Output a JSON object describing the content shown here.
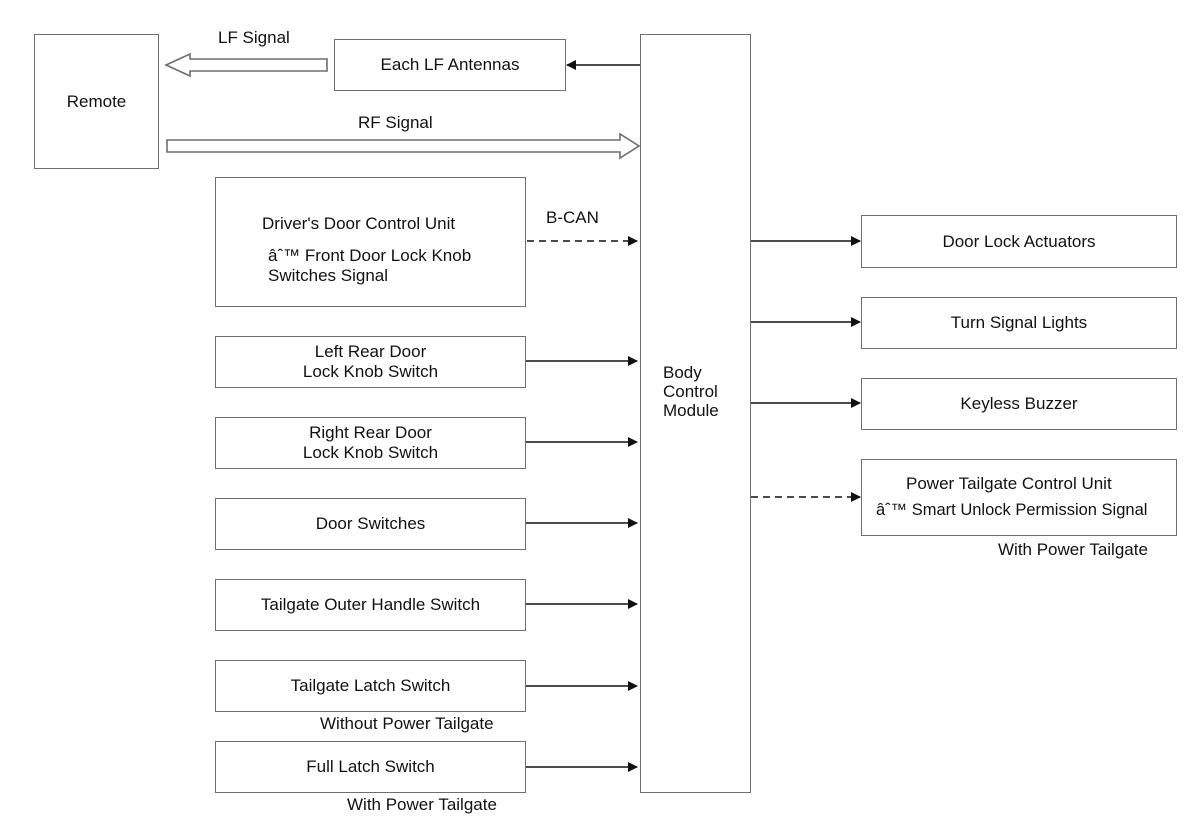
{
  "remote": "Remote",
  "lf_antennas": "Each LF Antennas",
  "lf_signal": "LF Signal",
  "rf_signal": "RF Signal",
  "bcm": [
    "Body",
    "Control",
    "Module"
  ],
  "driver_door": {
    "title": "Driver's Door Control Unit",
    "signal_line1": "âˆ™ Front Door Lock Knob",
    "signal_line2": "Switches Signal"
  },
  "bcan": "B-CAN",
  "inputs": {
    "left_rear": [
      "Left Rear Door",
      "Lock Knob Switch"
    ],
    "right_rear": [
      "Right Rear Door",
      "Lock Knob Switch"
    ],
    "door_switches": "Door Switches",
    "tailgate_outer": "Tailgate Outer Handle Switch",
    "tailgate_latch": "Tailgate Latch Switch",
    "without_power_tailgate": "Without Power Tailgate",
    "full_latch": "Full Latch Switch",
    "with_power_tailgate_left": "With Power Tailgate"
  },
  "outputs": {
    "door_lock_actuators": "Door Lock Actuators",
    "turn_signal_lights": "Turn Signal Lights",
    "keyless_buzzer": "Keyless Buzzer",
    "ptg_title": "Power Tailgate Control Unit",
    "ptg_signal": "âˆ™ Smart Unlock Permission Signal",
    "with_power_tailgate_right": "With Power Tailgate"
  }
}
